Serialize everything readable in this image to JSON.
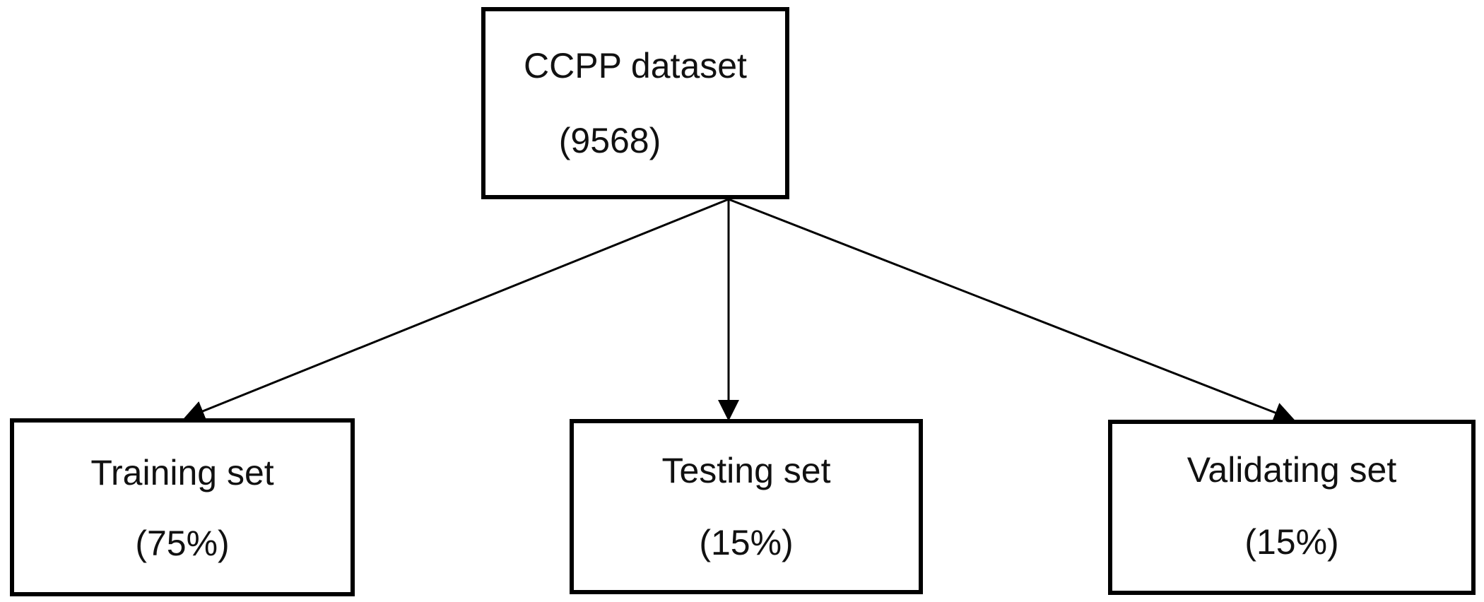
{
  "diagram": {
    "root": {
      "title": "CCPP dataset",
      "count": "(9568)"
    },
    "children": [
      {
        "title": "Training set",
        "share": "(75%)"
      },
      {
        "title": "Testing set",
        "share": "(15%)"
      },
      {
        "title": "Validating set",
        "share": "(15%)"
      }
    ],
    "colors": {
      "stroke": "#000000",
      "text": "#111111",
      "background": "#ffffff"
    }
  }
}
